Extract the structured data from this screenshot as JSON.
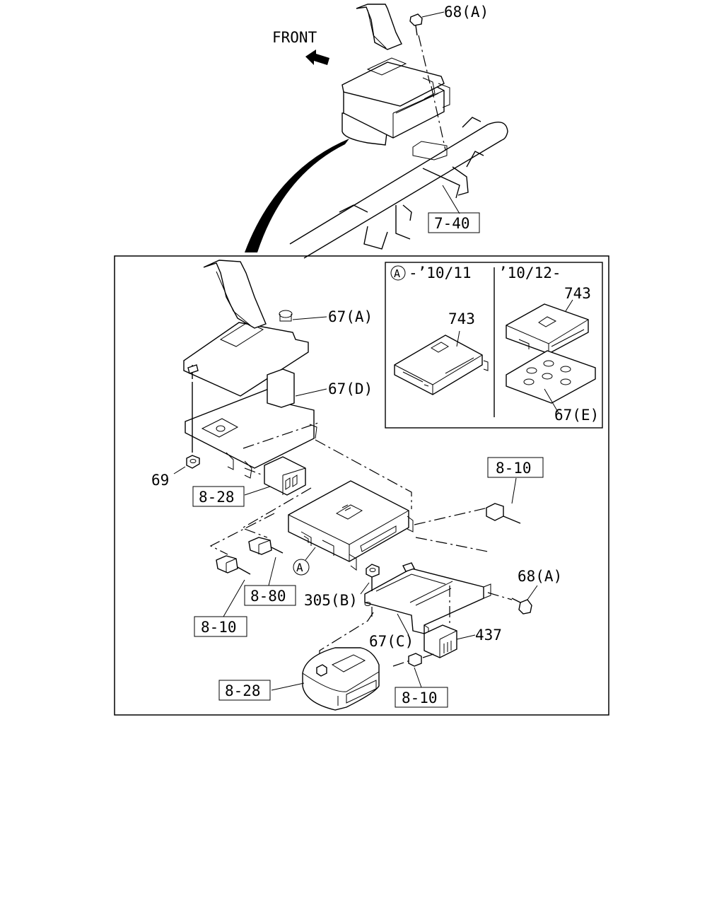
{
  "direction_label": "FRONT",
  "inset_a": {
    "marker": "A",
    "left_period": "-’10/11",
    "right_period": "’10/12-",
    "left_part": "743",
    "right_part": "743",
    "right_bracket": "67(E)"
  },
  "callouts": {
    "bolt_top": "68(A)",
    "frame_ref": "7-40",
    "bracket_a": "67(A)",
    "bracket_d": "67(D)",
    "nut": "69",
    "ref_828_upper": "8-28",
    "ref_810_right": "8-10",
    "marker_a": "A",
    "ref_880": "8-80",
    "ref_810_left": "8-10",
    "nut_305": "305(B)",
    "bolt_right": "68(A)",
    "bracket_c": "67(C)",
    "relay": "437",
    "ref_828_lower": "8-28",
    "ref_810_bottom": "8-10"
  }
}
